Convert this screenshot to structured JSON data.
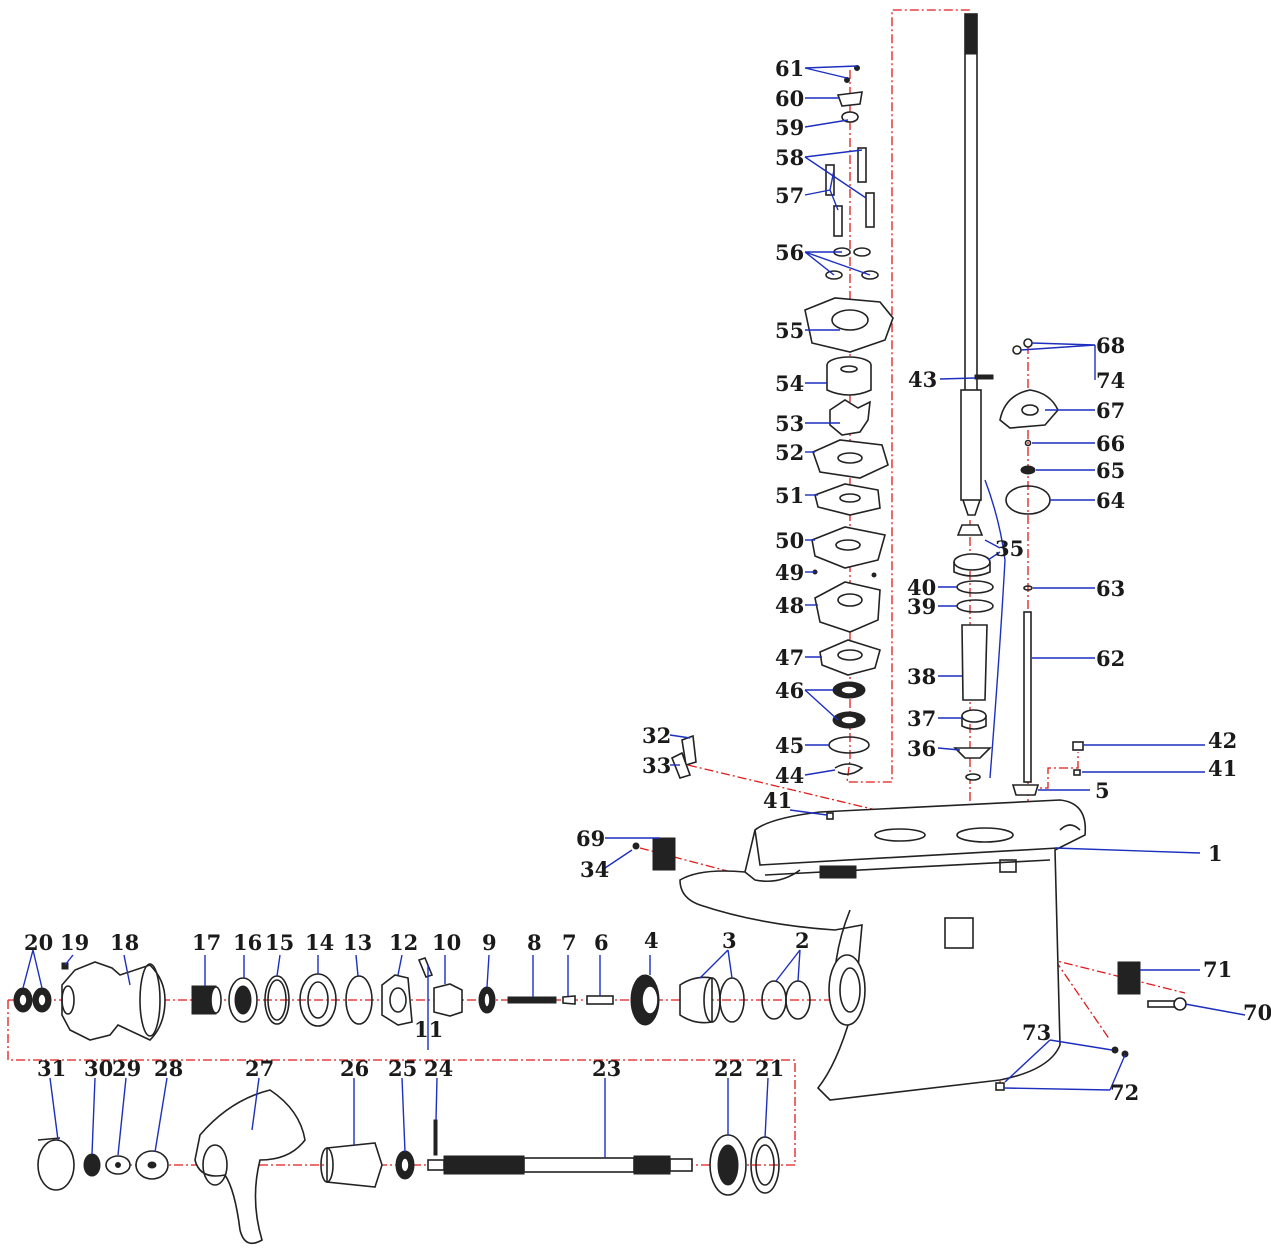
{
  "diagram": {
    "callouts": [
      {
        "id": "61",
        "text": "61"
      },
      {
        "id": "60",
        "text": "60"
      },
      {
        "id": "59",
        "text": "59"
      },
      {
        "id": "58",
        "text": "58"
      },
      {
        "id": "57",
        "text": "57"
      },
      {
        "id": "56",
        "text": "56"
      },
      {
        "id": "55",
        "text": "55"
      },
      {
        "id": "54",
        "text": "54"
      },
      {
        "id": "53",
        "text": "53"
      },
      {
        "id": "52",
        "text": "52"
      },
      {
        "id": "51",
        "text": "51"
      },
      {
        "id": "50",
        "text": "50"
      },
      {
        "id": "49",
        "text": "49"
      },
      {
        "id": "48",
        "text": "48"
      },
      {
        "id": "47",
        "text": "47"
      },
      {
        "id": "46",
        "text": "46"
      },
      {
        "id": "45",
        "text": "45"
      },
      {
        "id": "44",
        "text": "44"
      },
      {
        "id": "43",
        "text": "43"
      },
      {
        "id": "35",
        "text": "35"
      },
      {
        "id": "40",
        "text": "40"
      },
      {
        "id": "39",
        "text": "39"
      },
      {
        "id": "38",
        "text": "38"
      },
      {
        "id": "37",
        "text": "37"
      },
      {
        "id": "36",
        "text": "36"
      },
      {
        "id": "68",
        "text": "68"
      },
      {
        "id": "74",
        "text": "74"
      },
      {
        "id": "67",
        "text": "67"
      },
      {
        "id": "66",
        "text": "66"
      },
      {
        "id": "65",
        "text": "65"
      },
      {
        "id": "64",
        "text": "64"
      },
      {
        "id": "63",
        "text": "63"
      },
      {
        "id": "62",
        "text": "62"
      },
      {
        "id": "42",
        "text": "42"
      },
      {
        "id": "41a",
        "text": "41"
      },
      {
        "id": "5",
        "text": "5"
      },
      {
        "id": "1",
        "text": "1"
      },
      {
        "id": "32",
        "text": "32"
      },
      {
        "id": "33",
        "text": "33"
      },
      {
        "id": "41b",
        "text": "41"
      },
      {
        "id": "69",
        "text": "69"
      },
      {
        "id": "34",
        "text": "34"
      },
      {
        "id": "20",
        "text": "20"
      },
      {
        "id": "19",
        "text": "19"
      },
      {
        "id": "18",
        "text": "18"
      },
      {
        "id": "17",
        "text": "17"
      },
      {
        "id": "16",
        "text": "16"
      },
      {
        "id": "15",
        "text": "15"
      },
      {
        "id": "14",
        "text": "14"
      },
      {
        "id": "13",
        "text": "13"
      },
      {
        "id": "12",
        "text": "12"
      },
      {
        "id": "10",
        "text": "10"
      },
      {
        "id": "9",
        "text": "9"
      },
      {
        "id": "8",
        "text": "8"
      },
      {
        "id": "7",
        "text": "7"
      },
      {
        "id": "6",
        "text": "6"
      },
      {
        "id": "4",
        "text": "4"
      },
      {
        "id": "3",
        "text": "3"
      },
      {
        "id": "2",
        "text": "2"
      },
      {
        "id": "11",
        "text": "11"
      },
      {
        "id": "71",
        "text": "71"
      },
      {
        "id": "70",
        "text": "70"
      },
      {
        "id": "73",
        "text": "73"
      },
      {
        "id": "72",
        "text": "72"
      },
      {
        "id": "31",
        "text": "31"
      },
      {
        "id": "30",
        "text": "30"
      },
      {
        "id": "29",
        "text": "29"
      },
      {
        "id": "28",
        "text": "28"
      },
      {
        "id": "27",
        "text": "27"
      },
      {
        "id": "26",
        "text": "26"
      },
      {
        "id": "25",
        "text": "25"
      },
      {
        "id": "24",
        "text": "24"
      },
      {
        "id": "23",
        "text": "23"
      },
      {
        "id": "22",
        "text": "22"
      },
      {
        "id": "21",
        "text": "21"
      }
    ],
    "colors": {
      "leader": "#1c2fbf",
      "centerline": "#e01b1b",
      "part": "#222222",
      "label": "#1a1a1a"
    }
  }
}
